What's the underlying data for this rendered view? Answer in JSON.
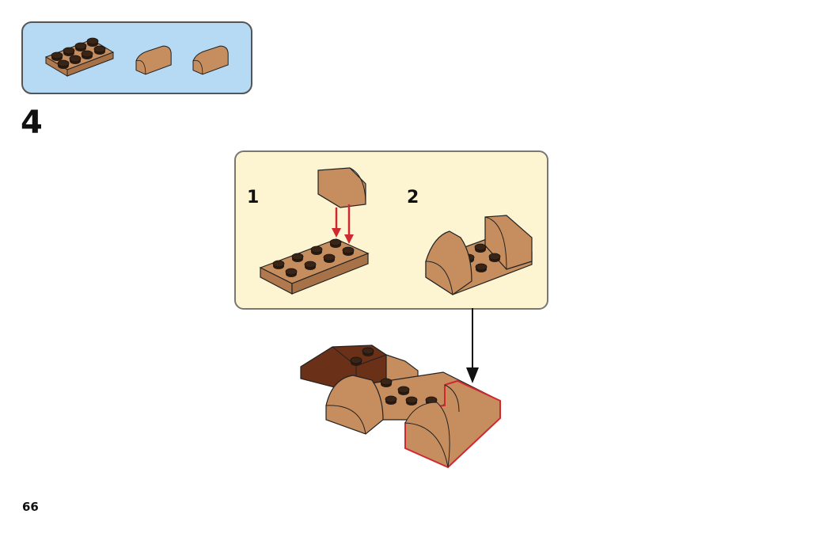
{
  "step": {
    "number": "4"
  },
  "parts_list": {
    "items": [
      "plate-2x4-tan-icon",
      "curved-slope-tan-icon",
      "curved-slope-tan-icon"
    ]
  },
  "substeps": [
    {
      "number": "1"
    },
    {
      "number": "2"
    }
  ],
  "page": {
    "number": "66"
  },
  "colors": {
    "parts_bg": "#b7daf4",
    "substep_bg": "#fdf4d2",
    "brick": "#c68e5e",
    "dark_brick": "#6b3018",
    "highlight": "#d0282f"
  }
}
